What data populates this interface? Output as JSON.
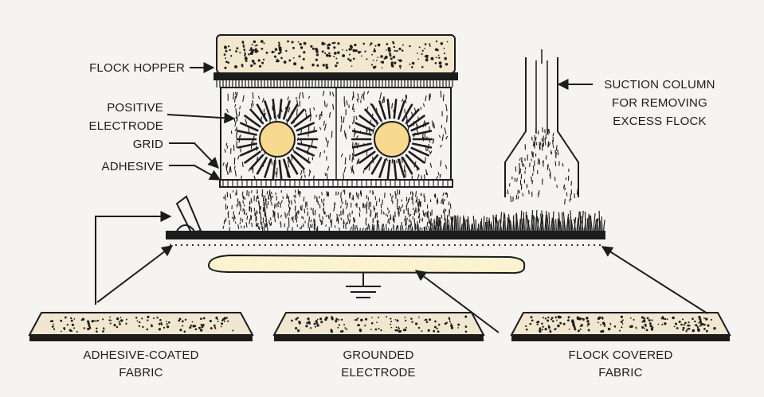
{
  "labels": {
    "flock_hopper": "FLOCK HOPPER",
    "positive_electrode_1": "POSITIVE",
    "positive_electrode_2": "ELECTRODE",
    "grid": "GRID",
    "adhesive": "ADHESIVE",
    "suction_1": "SUCTION COLUMN",
    "suction_2": "FOR REMOVING",
    "suction_3": "EXCESS FLOCK",
    "adhesive_fabric_1": "ADHESIVE-COATED",
    "adhesive_fabric_2": "FABRIC",
    "grounded_1": "GROUNDED",
    "grounded_2": "ELECTRODE",
    "flock_fabric_1": "FLOCK COVERED",
    "flock_fabric_2": "FABRIC"
  },
  "colors": {
    "ink": "#1c1c1c",
    "paper": "#f6f4f1",
    "hopper_fill": "#f2e7cf",
    "sun_fill": "#f7d98f",
    "electrode_fill": "#fbf2cf",
    "swatch_fill": "#f1e6cf"
  }
}
